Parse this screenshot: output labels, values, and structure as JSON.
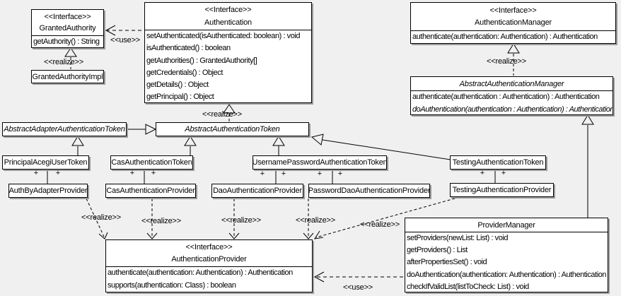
{
  "stereotype_interface": "<<Interface>>",
  "labels": {
    "use": "<<use>>",
    "realize": "<<realize>>",
    "plus": "+"
  },
  "classes": {
    "granted_authority": {
      "stereotype": "<<Interface>>",
      "name": "GrantedAuthority",
      "methods": [
        "getAuthority() : String"
      ]
    },
    "granted_authority_impl": {
      "name": "GrantedAuthorityImpl"
    },
    "authentication": {
      "stereotype": "<<Interface>>",
      "name": "Authentication",
      "methods": [
        "setAuthenticated(isAuthenticated: boolean) : void",
        "isAuthenticated() : boolean",
        "getAuthorities() : GrantedAuthority[]",
        "getCredentials() : Object",
        "getDetails() : Object",
        "getPrincipal() : Object"
      ]
    },
    "authentication_manager": {
      "stereotype": "<<Interface>>",
      "name": "AuthenticationManager",
      "methods": [
        "authenticate(authentication: Authentication) : Authentication"
      ]
    },
    "abstract_authentication_manager": {
      "name": "AbstractAuthenticationManager",
      "methods": [
        "authenticate(authentication : Authentication) : Authentication",
        "doAuthentication(authentication : Authentication) : Authentication"
      ]
    },
    "abstract_adapter_authentication_token": {
      "name": "AbstractAdapterAuthenticationToken"
    },
    "abstract_authentication_token": {
      "name": "AbstractAuthenticationToken"
    },
    "principal_acegi_user_token": {
      "name": "PrincipalAcegiUserToken"
    },
    "cas_authentication_token": {
      "name": "CasAuthenticationToken"
    },
    "username_password_authentication_token": {
      "name": "UsernamePasswordAuthenticationToken"
    },
    "testing_authentication_token": {
      "name": "TestingAuthenticationToken"
    },
    "auth_by_adapter_provider": {
      "name": "AuthByAdapterProvider"
    },
    "cas_authentication_provider": {
      "name": "CasAuthenticationProvider"
    },
    "dao_authentication_provider": {
      "name": "DaoAuthenticationProvider"
    },
    "password_dao_authentication_provider": {
      "name": "PasswordDaoAuthenticationProvider"
    },
    "testing_authentication_provider": {
      "name": "TestingAuthenticationProvider"
    },
    "authentication_provider": {
      "stereotype": "<<Interface>>",
      "name": "AuthenticationProvider",
      "methods": [
        "authenticate(authentication: Authentication) : Authentication",
        "supports(authentication: Class) : boolean"
      ]
    },
    "provider_manager": {
      "name": "ProviderManager",
      "methods": [
        "setProviders(newList: List) : void",
        "getProviders() : List",
        "afterPropertiesSet() : void",
        "doAuthentication(authentication: Authentication) : Authentication",
        "checkIfValidList(listToCheck: List) : void"
      ]
    }
  }
}
